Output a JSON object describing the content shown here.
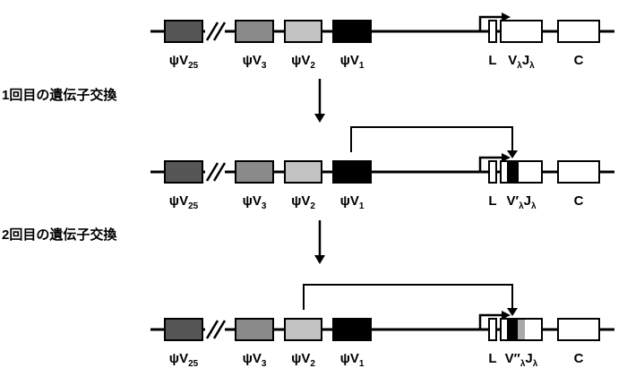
{
  "steps": {
    "step1": "1回目の遺伝子交換",
    "step2": "2回目の遺伝子交換"
  },
  "colors": {
    "dark": "#565656",
    "medium": "#8a8a8a",
    "light": "#c3c3c3",
    "black": "#000000",
    "white": "#ffffff",
    "gray": "#a9a9a9",
    "line": "#000000"
  },
  "rows": [
    {
      "id": "germline",
      "genes": [
        {
          "id": "psiV25",
          "fill": "dark",
          "label": [
            {
              "t": "ψV",
              "s": "25"
            }
          ]
        },
        {
          "id": "psiV3",
          "fill": "medium",
          "label": [
            {
              "t": "ψV",
              "s": "3"
            }
          ]
        },
        {
          "id": "psiV2",
          "fill": "light",
          "label": [
            {
              "t": "ψV",
              "s": "2"
            }
          ]
        },
        {
          "id": "psiV1",
          "fill": "black",
          "label": [
            {
              "t": "ψV",
              "s": "1"
            }
          ]
        },
        {
          "id": "L",
          "fill": "white",
          "label": [
            {
              "t": "L",
              "s": ""
            }
          ]
        },
        {
          "id": "VJ",
          "fill": "white",
          "segments": [],
          "label": [
            {
              "t": "V",
              "s": "λ"
            },
            {
              "t": "J",
              "s": "λ"
            }
          ]
        },
        {
          "id": "C",
          "fill": "white",
          "label": [
            {
              "t": "C",
              "s": ""
            }
          ]
        }
      ]
    },
    {
      "id": "after-first-conversion",
      "genes": [
        {
          "id": "psiV25",
          "fill": "dark",
          "label": [
            {
              "t": "ψV",
              "s": "25"
            }
          ]
        },
        {
          "id": "psiV3",
          "fill": "medium",
          "label": [
            {
              "t": "ψV",
              "s": "3"
            }
          ]
        },
        {
          "id": "psiV2",
          "fill": "light",
          "label": [
            {
              "t": "ψV",
              "s": "2"
            }
          ]
        },
        {
          "id": "psiV1",
          "fill": "black",
          "label": [
            {
              "t": "ψV",
              "s": "1"
            }
          ]
        },
        {
          "id": "L",
          "fill": "white",
          "label": [
            {
              "t": "L",
              "s": ""
            }
          ]
        },
        {
          "id": "VJ",
          "fill": "white",
          "segments": [
            {
              "fill": "black",
              "x": 6,
              "w": 13
            }
          ],
          "label": [
            {
              "t": "V′",
              "s": "λ"
            },
            {
              "t": "J",
              "s": "λ"
            }
          ]
        },
        {
          "id": "C",
          "fill": "white",
          "label": [
            {
              "t": "C",
              "s": ""
            }
          ]
        }
      ]
    },
    {
      "id": "after-second-conversion",
      "genes": [
        {
          "id": "psiV25",
          "fill": "dark",
          "label": [
            {
              "t": "ψV",
              "s": "25"
            }
          ]
        },
        {
          "id": "psiV3",
          "fill": "medium",
          "label": [
            {
              "t": "ψV",
              "s": "3"
            }
          ]
        },
        {
          "id": "psiV2",
          "fill": "light",
          "label": [
            {
              "t": "ψV",
              "s": "2"
            }
          ]
        },
        {
          "id": "psiV1",
          "fill": "black",
          "label": [
            {
              "t": "ψV",
              "s": "1"
            }
          ]
        },
        {
          "id": "L",
          "fill": "white",
          "label": [
            {
              "t": "L",
              "s": ""
            }
          ]
        },
        {
          "id": "VJ",
          "fill": "white",
          "segments": [
            {
              "fill": "black",
              "x": 6,
              "w": 12
            },
            {
              "fill": "gray",
              "x": 18,
              "w": 8
            }
          ],
          "label": [
            {
              "t": "V″",
              "s": "λ"
            },
            {
              "t": "J",
              "s": "λ"
            }
          ]
        },
        {
          "id": "C",
          "fill": "white",
          "label": [
            {
              "t": "C",
              "s": ""
            }
          ]
        }
      ]
    }
  ]
}
